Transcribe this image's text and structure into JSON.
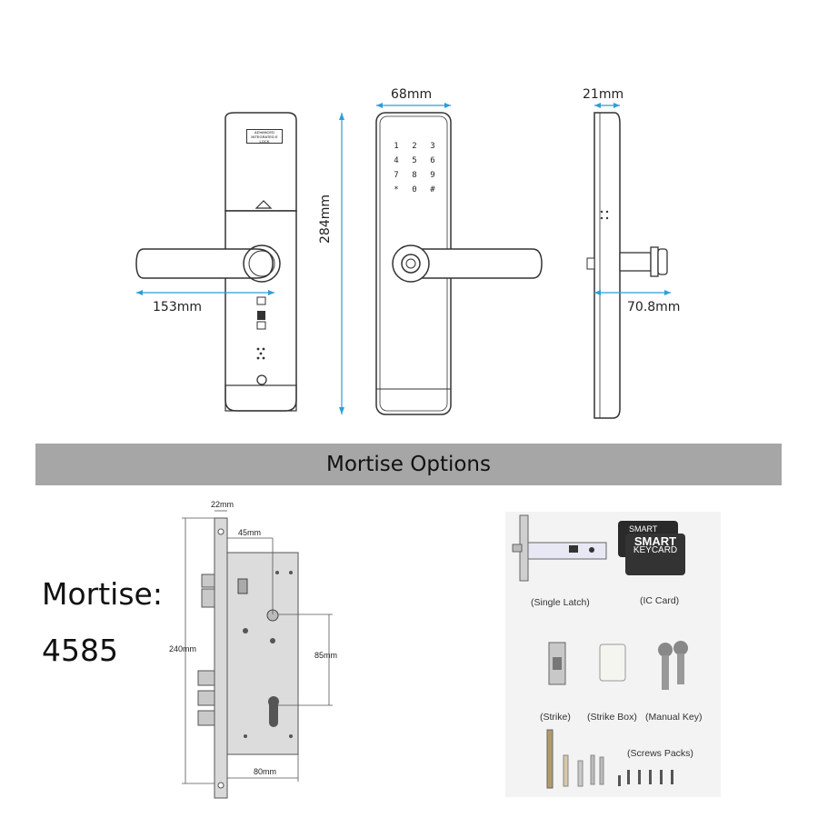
{
  "dimensions": {
    "front_width": "68mm",
    "side_depth": "21mm",
    "height": "284mm",
    "handle_length": "153mm",
    "side_projection": "70.8mm"
  },
  "lock_badge": [
    "ADVANCED",
    "INTEGRATED E LOCK"
  ],
  "keypad": [
    "1",
    "2",
    "3",
    "4",
    "5",
    "6",
    "7",
    "8",
    "9",
    "*",
    "0",
    "#"
  ],
  "banner": {
    "title": "Mortise Options"
  },
  "mortise": {
    "label": "Mortise:",
    "model": "4585",
    "dims": {
      "faceplate": "22mm",
      "backset": "45mm",
      "height": "240mm",
      "center": "85mm",
      "body_width": "80mm"
    }
  },
  "accessories": {
    "keycard_lines": [
      "SMART",
      "KEYCARD"
    ],
    "keycard_back": "SMART",
    "single_latch": "(Single Latch)",
    "ic_card": "(IC Card)",
    "strike": "(Strike)",
    "strike_box": "(Strike Box)",
    "manual_key": "(Manual Key)",
    "screws": "(Screws Packs)"
  }
}
